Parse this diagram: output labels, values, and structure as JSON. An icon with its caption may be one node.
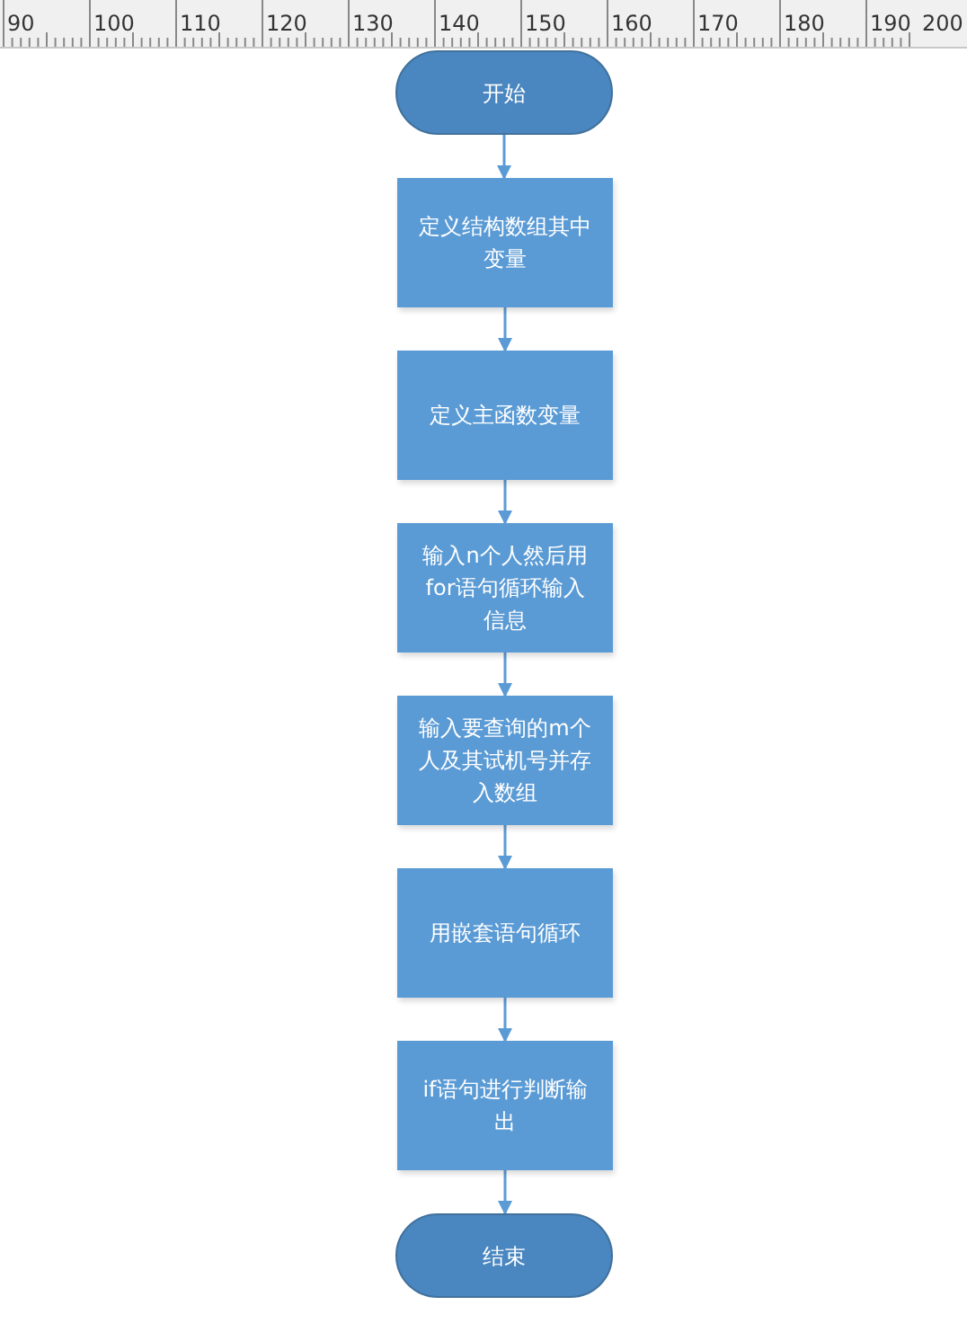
{
  "diagram": {
    "nodes": [
      {
        "text": [
          "开始"
        ]
      },
      {
        "text": [
          "定义结构数组其中变量"
        ]
      },
      {
        "text": [
          "定义主函数变量"
        ]
      },
      {
        "text": [
          "输入n个人然后用for语句循环输入信息"
        ]
      },
      {
        "text": [
          "输入要查询的m个人及其试机号并存入数组"
        ]
      },
      {
        "text": [
          "用嵌套语句循环"
        ]
      },
      {
        "text": [
          "if语句进行判断输出"
        ]
      },
      {
        "text": [
          "结束"
        ]
      }
    ],
    "edges": [
      {
        "from": 0,
        "to": 1,
        "arrow": "to"
      },
      {
        "from": 1,
        "to": 2,
        "arrow": "to"
      },
      {
        "from": 2,
        "to": 3,
        "arrow": "to"
      },
      {
        "from": 3,
        "to": 4,
        "arrow": "to"
      },
      {
        "from": 4,
        "to": 5,
        "arrow": "to"
      },
      {
        "from": 5,
        "to": 6,
        "arrow": "to"
      },
      {
        "from": 6,
        "to": 7,
        "arrow": "to"
      }
    ],
    "labels": [
      "90",
      "100",
      "110",
      "120",
      "130",
      "140",
      "150",
      "160",
      "170",
      "180",
      "190",
      "200"
    ]
  }
}
